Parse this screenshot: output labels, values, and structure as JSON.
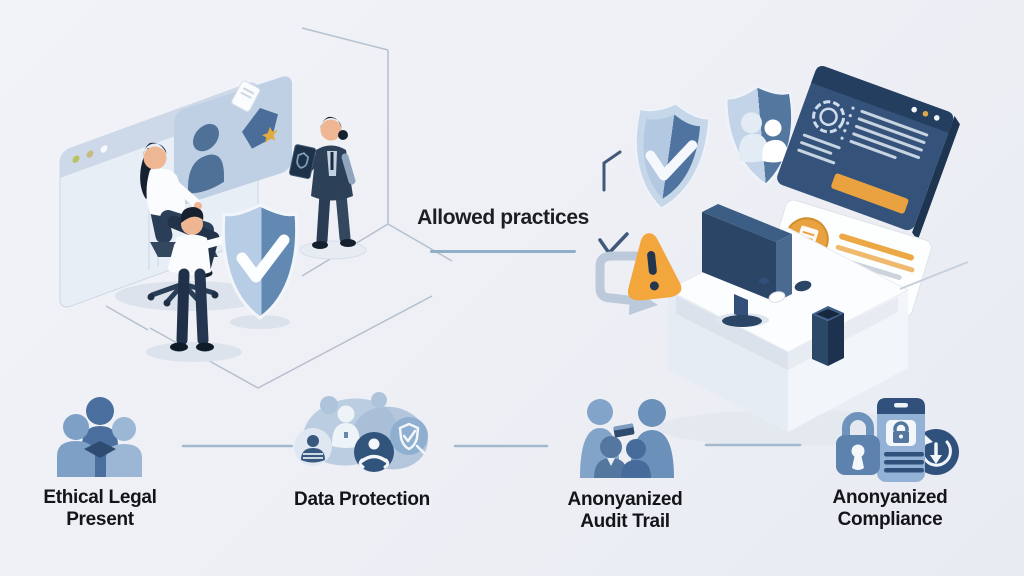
{
  "center_label": {
    "text": "Allowed practices"
  },
  "bottom_items": [
    {
      "id": "ethical-legal-present",
      "icon": "people-trio-icon",
      "line1": "Ethical Legal",
      "line2": "Present"
    },
    {
      "id": "data-protection",
      "icon": "privacy-cluster-icon",
      "line1": "Data Protection",
      "line2": ""
    },
    {
      "id": "anonyanized-audit-trail",
      "icon": "people-group-icon",
      "line1": "Anonyanized",
      "line2": "Audit Trail"
    },
    {
      "id": "anonyanized-compliance",
      "icon": "lock-device-sync-icon",
      "line1": "Anonyanized",
      "line2": "Compliance"
    }
  ],
  "colors": {
    "background": "#edeff5",
    "accent_blue": "#4a6f9e",
    "light_blue": "#a9c3de",
    "navy": "#2c4868",
    "orange": "#f0a33c",
    "connector_line": "#a3b9ce",
    "underline": "#8fafc9",
    "text": "#141518"
  }
}
